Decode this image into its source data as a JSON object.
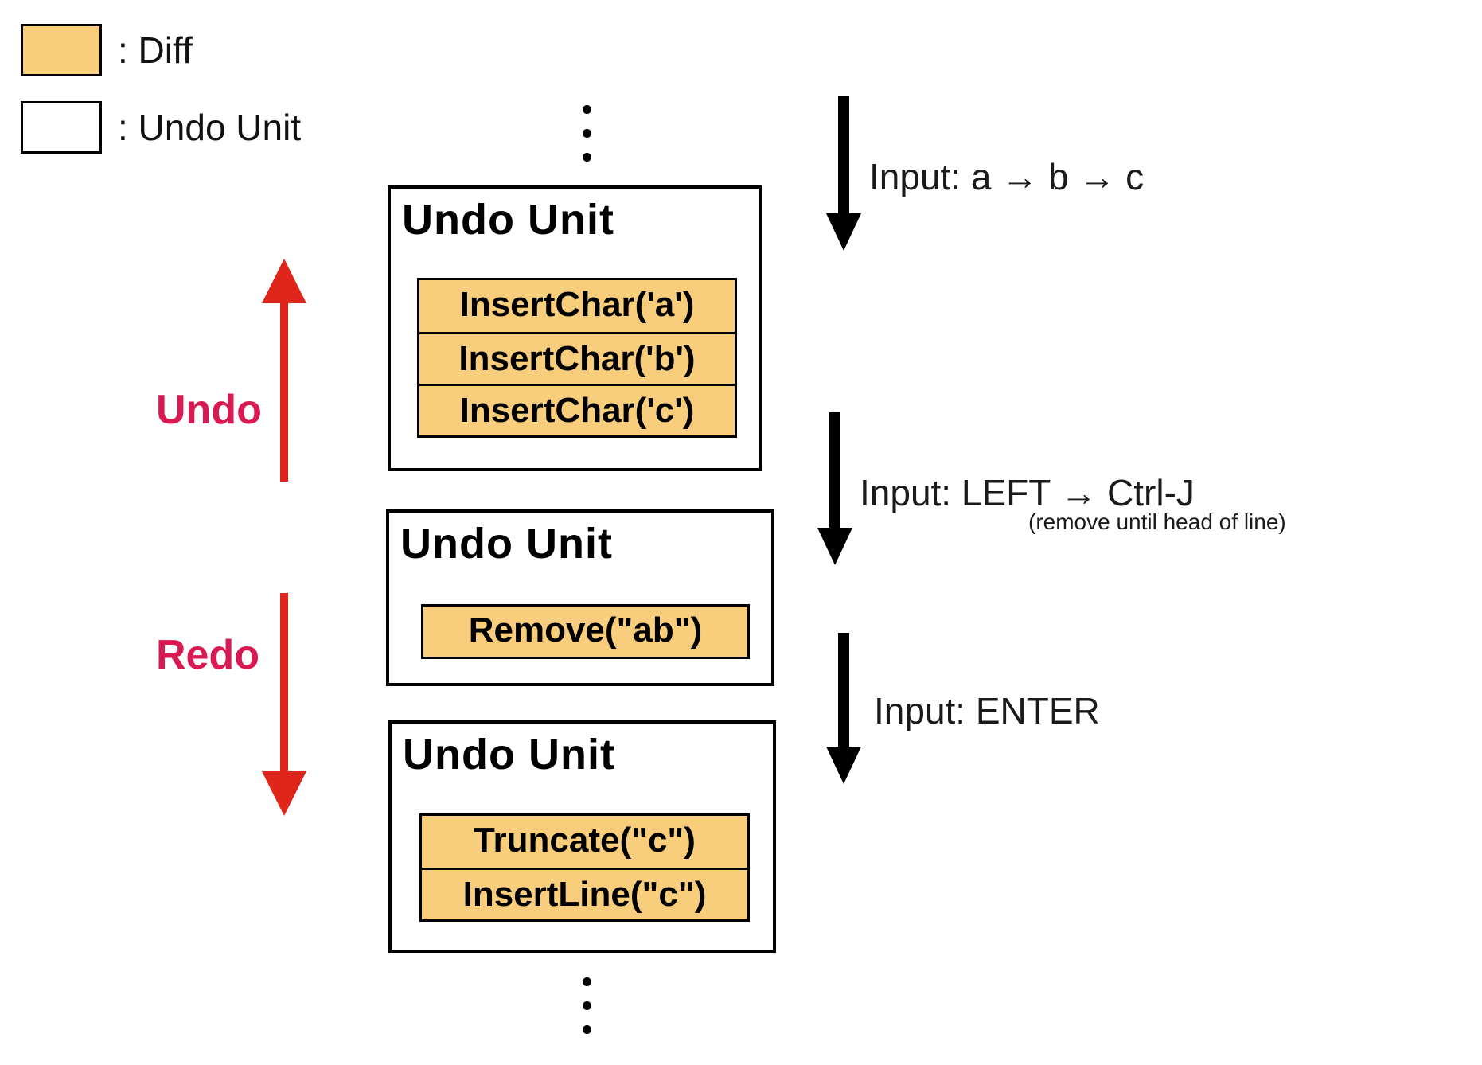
{
  "legend": {
    "diff_label": ": Diff",
    "undo_unit_label": ": Undo Unit"
  },
  "colors": {
    "diff_fill": "#F8CE7C",
    "black_arrow": "#000000",
    "red_arrow": "#E0251B",
    "undo_redo_text": "#D91A52"
  },
  "left_controls": {
    "undo_label": "Undo",
    "redo_label": "Redo"
  },
  "undo_units": [
    {
      "title": "Undo Unit",
      "diffs": [
        "InsertChar('a')",
        "InsertChar('b')",
        "InsertChar('c')"
      ]
    },
    {
      "title": "Undo Unit",
      "diffs": [
        "Remove(\"ab\")"
      ]
    },
    {
      "title": "Undo Unit",
      "diffs": [
        "Truncate(\"c\")",
        "InsertLine(\"c\")"
      ]
    }
  ],
  "inputs": [
    {
      "label": "Input: a → b → c",
      "note": ""
    },
    {
      "label": "Input: LEFT → Ctrl-J",
      "note": "(remove until head of line)"
    },
    {
      "label": "Input: ENTER",
      "note": ""
    }
  ]
}
